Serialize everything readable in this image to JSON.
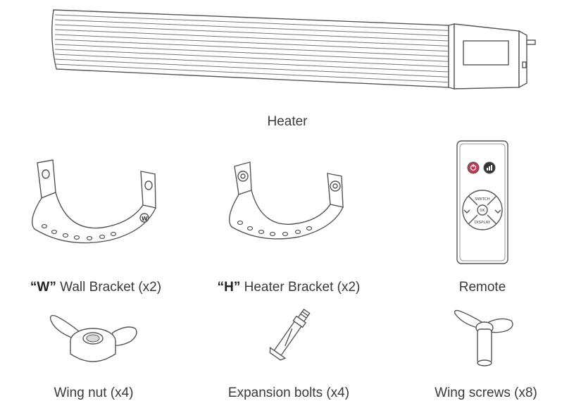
{
  "items": {
    "heater": {
      "label": "Heater"
    },
    "wall_bracket": {
      "prefix": "“W”",
      "label": " Wall Bracket (x2)",
      "stamp": "W"
    },
    "heater_bracket": {
      "prefix": "“H”",
      "label": " Heater Bracket (x2)"
    },
    "remote": {
      "label": "Remote",
      "key_switch": "SWITCH",
      "key_display": "DISPLAY",
      "key_center": "OK"
    },
    "wing_nut": {
      "label": "Wing nut (x4)"
    },
    "expansion_bolts": {
      "label": "Expansion bolts (x4)"
    },
    "wing_screws": {
      "label": "Wing screws (x8)"
    }
  },
  "colors": {
    "line": "#555555",
    "text": "#3a3a3a",
    "power_button": "#c0395a",
    "signal_button": "#333333"
  }
}
